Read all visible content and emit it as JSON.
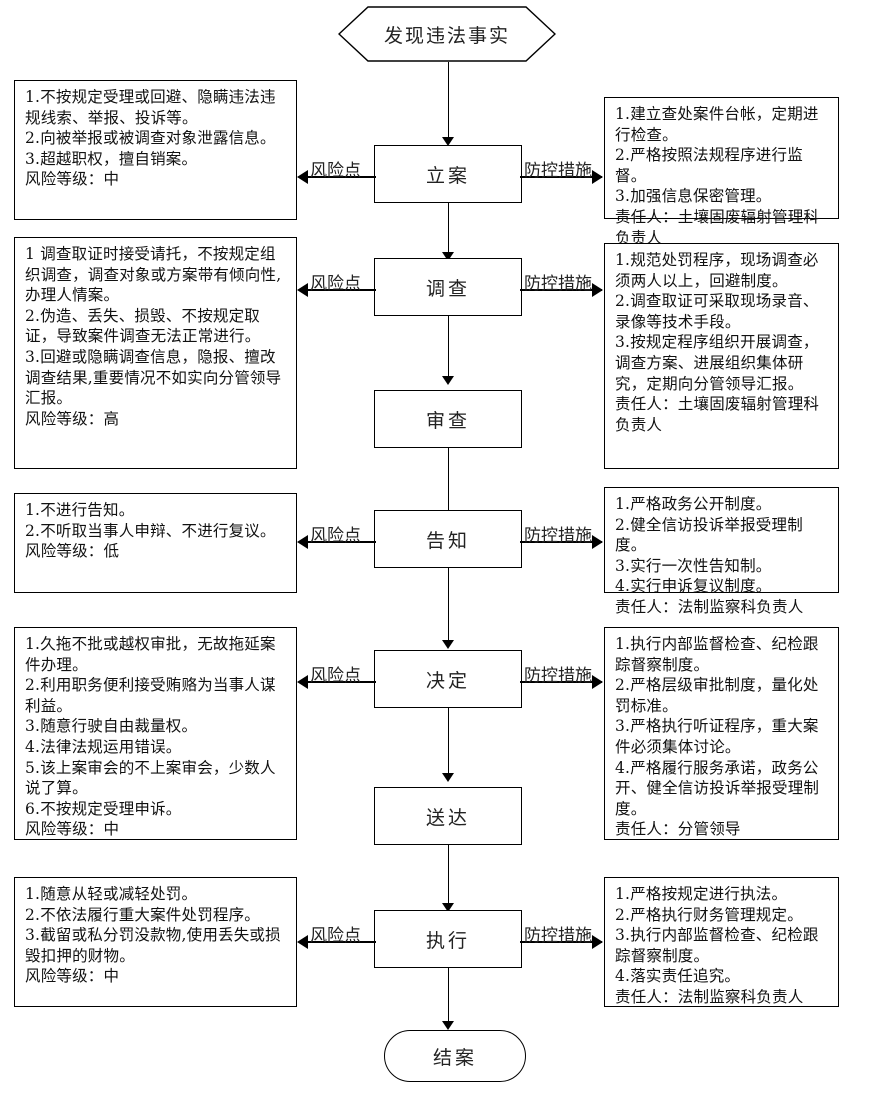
{
  "diagram": {
    "title_node": {
      "label": "发现违法事实",
      "shape": "hexagon"
    },
    "end_node": {
      "label": "结案",
      "shape": "rounded-terminal"
    },
    "connector_labels": {
      "left": "风险点",
      "right": "防控措施"
    },
    "steps": [
      {
        "id": "liaan",
        "label": "立案",
        "has_side_arrows": true,
        "risk": "1.不按规定受理或回避、隐瞒违法违规线索、举报、投诉等。\n2.向被举报或被调查对象泄露信息。\n3.超越职权，擅自销案。\n风险等级：中",
        "control": "1.建立查处案件台帐，定期进行检查。\n2.严格按照法规程序进行监督。\n3.加强信息保密管理。\n责任人：土壤固废辐射管理科负责人"
      },
      {
        "id": "diaocha",
        "label": "调查",
        "has_side_arrows": true,
        "risk": "1 调查取证时接受请托，不按规定组织调查，调查对象或方案带有倾向性,办理人情案。\n2.伪造、丢失、损毁、不按规定取证，导致案件调查无法正常进行。\n3.回避或隐瞒调查信息，隐报、擅改调查结果,重要情况不如实向分管领导汇报。\n风险等级：高",
        "control": "1.规范处罚程序，现场调查必须两人以上，回避制度。\n2.调查取证可采取现场录音、录像等技术手段。\n3.按规定程序组织开展调查，调查方案、进展组织集体研究，定期向分管领导汇报。\n责任人：土壤固废辐射管理科负责人"
      },
      {
        "id": "shencha",
        "label": "审查",
        "has_side_arrows": false,
        "risk": "",
        "control": ""
      },
      {
        "id": "gaozhi",
        "label": "告知",
        "has_side_arrows": true,
        "risk": "1.不进行告知。\n2.不听取当事人申辩、不进行复议。\n风险等级：低",
        "control": "1.严格政务公开制度。\n2.健全信访投诉举报受理制度。\n3.实行一次性告知制。\n4.实行申诉复议制度。\n责任人：法制监察科负责人"
      },
      {
        "id": "jueding",
        "label": "决定",
        "has_side_arrows": true,
        "risk": "1.久拖不批或越权审批，无故拖延案件办理。\n2.利用职务便利接受贿赂为当事人谋利益。\n3.随意行驶自由裁量权。\n4.法律法规运用错误。\n5.该上案审会的不上案审会，少数人说了算。\n6.不按规定受理申诉。\n风险等级：中",
        "control": "1.执行内部监督检查、纪检跟踪督察制度。\n2.严格层级审批制度，量化处罚标准。\n3.严格执行听证程序，重大案件必须集体讨论。\n4.严格履行服务承诺，政务公开、健全信访投诉举报受理制度。\n责任人：分管领导"
      },
      {
        "id": "songda",
        "label": "送达",
        "has_side_arrows": false,
        "risk": "",
        "control": ""
      },
      {
        "id": "zhixing",
        "label": "执行",
        "has_side_arrows": true,
        "risk": "1.随意从轻或减轻处罚。\n2.不依法履行重大案件处罚程序。\n3.截留或私分罚没款物,使用丢失或损毁扣押的财物。\n风险等级：中",
        "control": "1.严格按规定进行执法。\n2.严格执行财务管理规定。\n3.执行内部监督检查、纪检跟踪督察制度。\n4.落实责任追究。\n责任人：法制监察科负责人"
      }
    ]
  }
}
